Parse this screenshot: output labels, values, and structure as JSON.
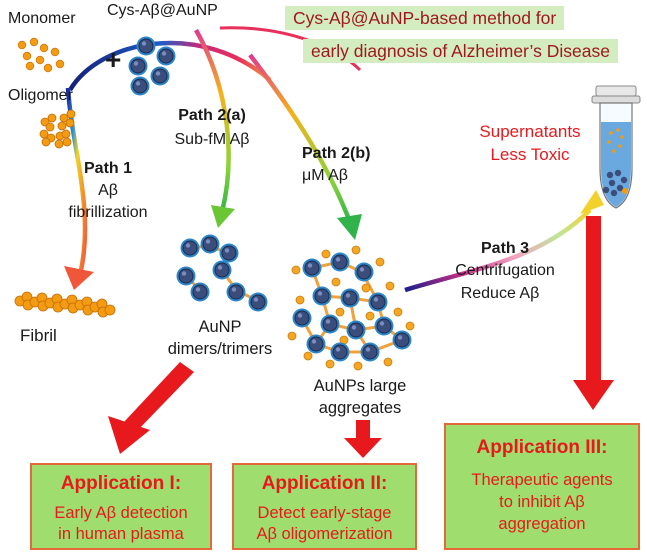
{
  "title": {
    "line1": "Cys-Aβ@AuNP-based method for",
    "line2": "early diagnosis of Alzheimer’s Disease"
  },
  "labels": {
    "monomer": "Monomer",
    "cys_abeta_aunp": "Cys-Aβ@AuNP",
    "plus": "+",
    "oligomer": "Oligomer",
    "fibril": "Fibril",
    "path1": "Path 1",
    "path1_desc_1": "Aβ",
    "path1_desc_2": "fibrillization",
    "path2a": "Path 2(a)",
    "path2a_desc": "Sub-fM Aβ",
    "path2b": "Path 2(b)",
    "path2b_desc": "μM Aβ",
    "path3": "Path 3",
    "path3_desc_1": "Centrifugation",
    "path3_desc_2": "Reduce Aβ",
    "dimers_1": "AuNP",
    "dimers_2": "dimers/trimers",
    "aggregates_1": "AuNPs large",
    "aggregates_2": "aggregates",
    "supernatants_1": "Supernatants",
    "supernatants_2": "Less Toxic"
  },
  "applications": [
    {
      "title": "Application I:",
      "lines": [
        "Early Aβ detection",
        "in human plasma"
      ]
    },
    {
      "title": "Application II:",
      "lines": [
        "Detect early-stage",
        "Aβ  oligomerization"
      ]
    },
    {
      "title": "Application III:",
      "lines": [
        "Therapeutic agents",
        "to inhibit  Aβ",
        "aggregation"
      ]
    }
  ],
  "colors": {
    "title_band": "#d3edc0",
    "title_text": "#a0181f",
    "app_box_fill": "#9fdd6f",
    "app_box_border": "#e5683b",
    "red_arrow": "#e8191c",
    "monomer": "#f39c12",
    "aunp_core": "#3b4d7a",
    "aunp_spike": "#2c86c8",
    "linker": "#f0a33c"
  }
}
